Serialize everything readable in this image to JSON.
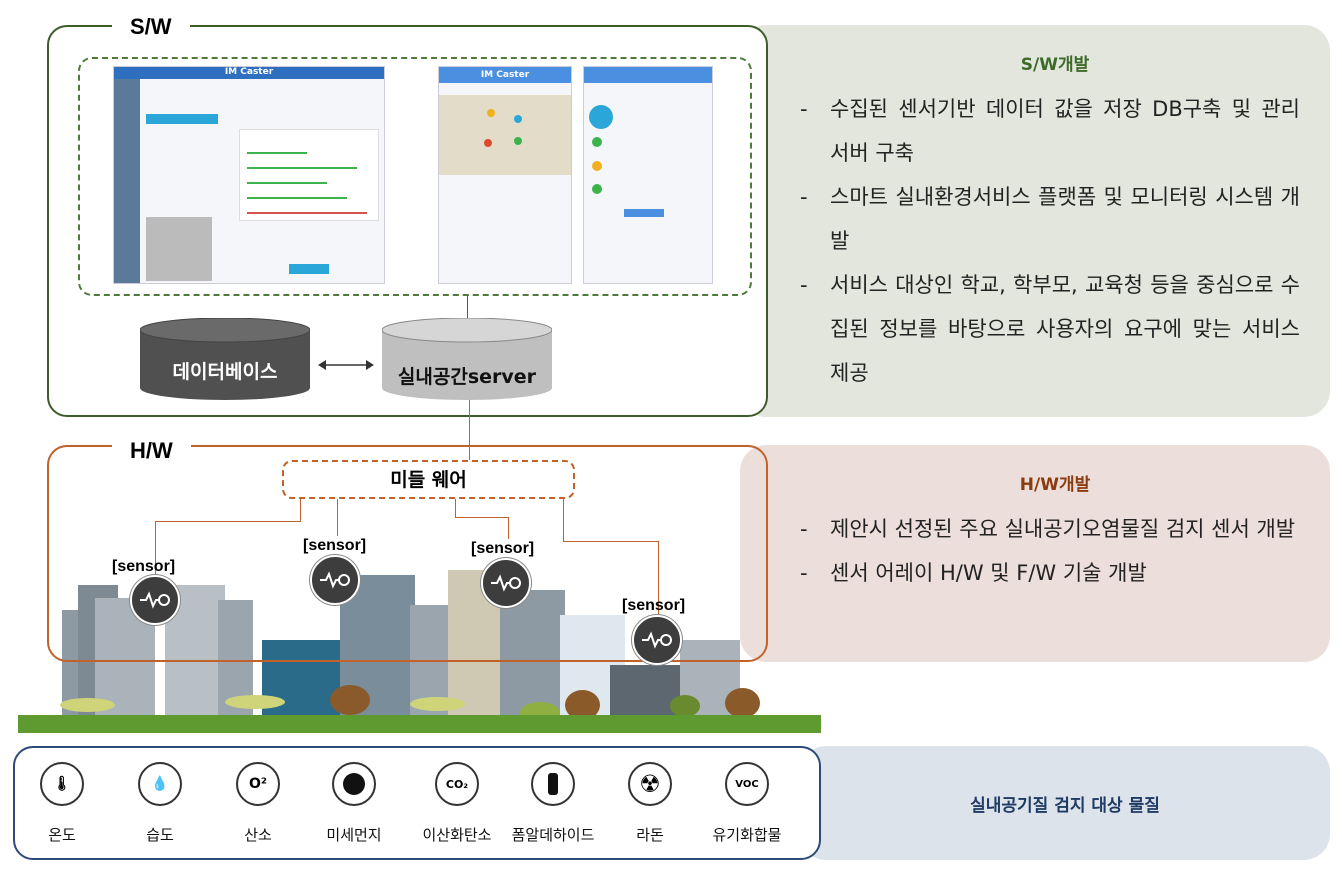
{
  "sw": {
    "label": "S/W",
    "title": "S/W개발",
    "bullets": [
      "수집된 센서기반 데이터 값을 저장 DB구축 및 관리 서버 구축",
      "스마트 실내환경서비스 플랫폼 및 모니터링 시스템 개발",
      "서비스 대상인 학교, 학부모, 교육청 등을 중심으로 수집된 정보를 바탕으로 사용자의 요구에 맞는 서비스 제공"
    ],
    "database": "데이터베이스",
    "server": "실내공간server",
    "app_title": "IM Caster"
  },
  "hw": {
    "label": "H/W",
    "title": "H/W개발",
    "bullets": [
      "제안시 선정된 주요 실내공기오염물질 검지 센서 개발",
      "센서 어레이 H/W 및 F/W 기술 개발"
    ],
    "middleware": "미들 웨어",
    "sensor_label": "[sensor]"
  },
  "targets": {
    "title": "실내공기질 검지 대상 물질",
    "items": [
      {
        "label": "온도",
        "icon": "thermometer-icon"
      },
      {
        "label": "습도",
        "icon": "humidity-icon"
      },
      {
        "label": "산소",
        "icon": "oxygen-icon",
        "glyph": "O²"
      },
      {
        "label": "미세먼지",
        "icon": "dust-icon"
      },
      {
        "label": "이산화탄소",
        "icon": "co2-icon",
        "glyph": "CO₂"
      },
      {
        "label": "폼알데하이드",
        "icon": "bottle-icon"
      },
      {
        "label": "라돈",
        "icon": "radiation-icon",
        "glyph": "☢"
      },
      {
        "label": "유기화합물",
        "icon": "voc-icon",
        "glyph": "VOC"
      }
    ]
  },
  "colors": {
    "sw": "#3d5c2a",
    "hw": "#c0622a",
    "target": "#2f4a7a"
  }
}
